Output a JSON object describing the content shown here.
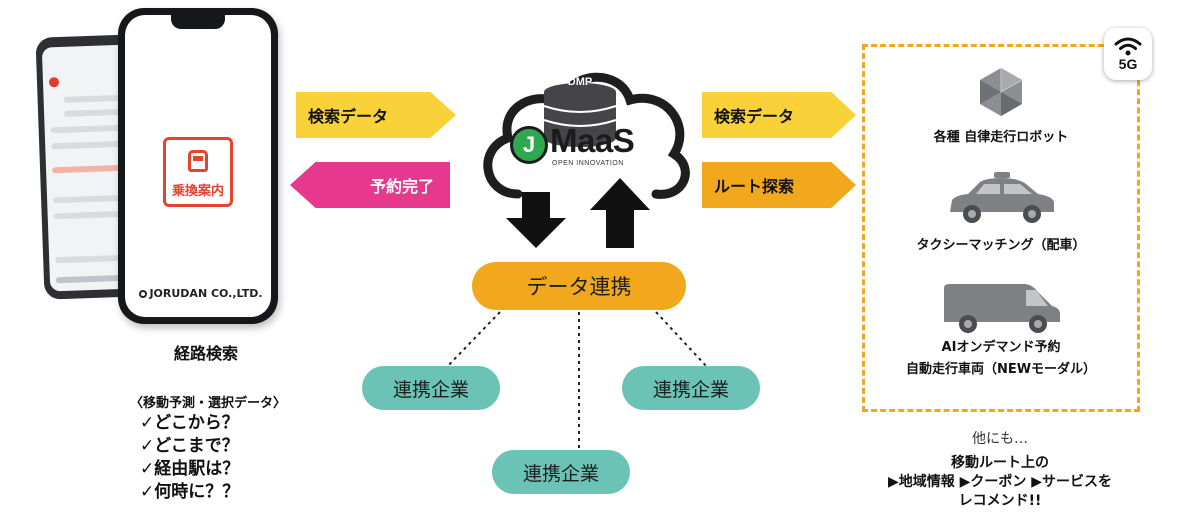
{
  "left": {
    "app_label": "乗換案内",
    "company": "JORUDAN CO.,LTD.",
    "route_search": "経路検索",
    "move_title": "〈移動予測・選択データ〉",
    "checks": [
      "✓どこから？",
      "✓どこまで？",
      "✓経由駅は？",
      "✓何時に？？"
    ]
  },
  "arrows": {
    "search_data_left": "検索データ",
    "reservation_done": "予約完了",
    "search_data_right": "検索データ",
    "route_explore": "ルート探索"
  },
  "center": {
    "dmp": "DMP",
    "maas_j": "J",
    "maas_name": "MaaS",
    "maas_sub": "OPEN INNOVATION",
    "data_link": "データ連携",
    "partners": [
      "連携企業",
      "連携企業",
      "連携企業"
    ]
  },
  "right": {
    "badge": "5G",
    "items": [
      {
        "icon": "robot-icon",
        "label": "各種 自律走行ロボット"
      },
      {
        "icon": "taxi-icon",
        "label": "タクシーマッチング（配車）"
      },
      {
        "icon": "van-icon",
        "label_1": "AIオンデマンド予約",
        "label_2": "自動走行車両（NEWモーダル）"
      }
    ],
    "other": "他にも…",
    "recommend_1": "移動ルート上の",
    "recommend_2": "▶地域情報 ▶クーポン ▶サービスを",
    "recommend_3": "レコメンド!!"
  },
  "colors": {
    "yellow": "#f9d23a",
    "pink": "#e6388d",
    "orange": "#f1a81c",
    "teal": "#6ac3b4",
    "maas_green": "#2fa84f",
    "app_red": "#e5432f"
  }
}
